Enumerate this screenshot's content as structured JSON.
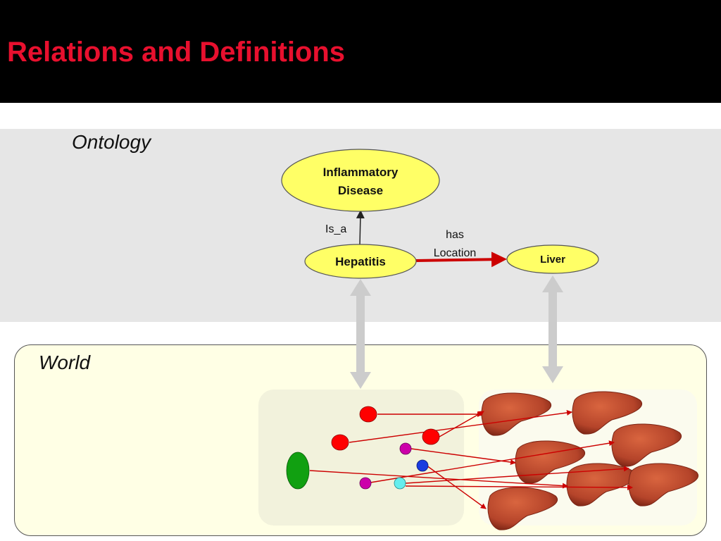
{
  "slide": {
    "title": "Relations and Definitions",
    "title_color": "#e8102e"
  },
  "ontology": {
    "label": "Ontology",
    "nodes": {
      "inflammatory_disease": {
        "line1": "Inflammatory",
        "line2": "Disease"
      },
      "hepatitis": {
        "label": "Hepatitis"
      },
      "liver": {
        "label": "Liver"
      }
    },
    "edges": {
      "is_a": {
        "label": "Is_a"
      },
      "has_location": {
        "line1": "has",
        "line2": "Location",
        "color": "#cc0000"
      }
    },
    "node_fill": "#ffff66"
  },
  "world": {
    "label": "World",
    "instances": {
      "hepatitis_instances_colors": [
        "#ff0000",
        "#cc00aa",
        "#1a3be0",
        "#66eeee"
      ],
      "blob_color": "#11a011",
      "liver_image_color": "#b5442a",
      "arrow_color": "#cc0000"
    }
  }
}
